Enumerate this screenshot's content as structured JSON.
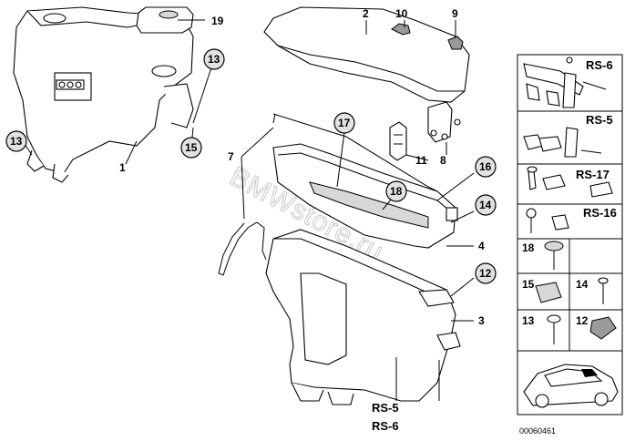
{
  "watermark": "BMWstore.ru",
  "diagram_ref": "00060461",
  "parts_main": [
    "1",
    "2",
    "3",
    "4",
    "7",
    "8",
    "9",
    "10",
    "11",
    "12",
    "13",
    "14",
    "15",
    "16",
    "17",
    "18",
    "19"
  ],
  "labels": {
    "p1": "1",
    "p2": "2",
    "p3": "3",
    "p4": "4",
    "p7": "7",
    "p8": "8",
    "p9": "9",
    "p10": "10",
    "p11": "11",
    "c12": "12",
    "c13a": "13",
    "c13b": "13",
    "c14": "14",
    "c15": "15",
    "c16": "16",
    "c17": "17",
    "c18": "18",
    "p19": "19"
  },
  "rs_bottom": [
    "RS-5",
    "RS-6"
  ],
  "side_panel": {
    "rs6": "RS-6",
    "rs5": "RS-5",
    "rs17": "RS-17",
    "rs16": "RS-16",
    "n18": "18",
    "n15": "15",
    "n14": "14",
    "n13": "13",
    "n12": "12"
  }
}
